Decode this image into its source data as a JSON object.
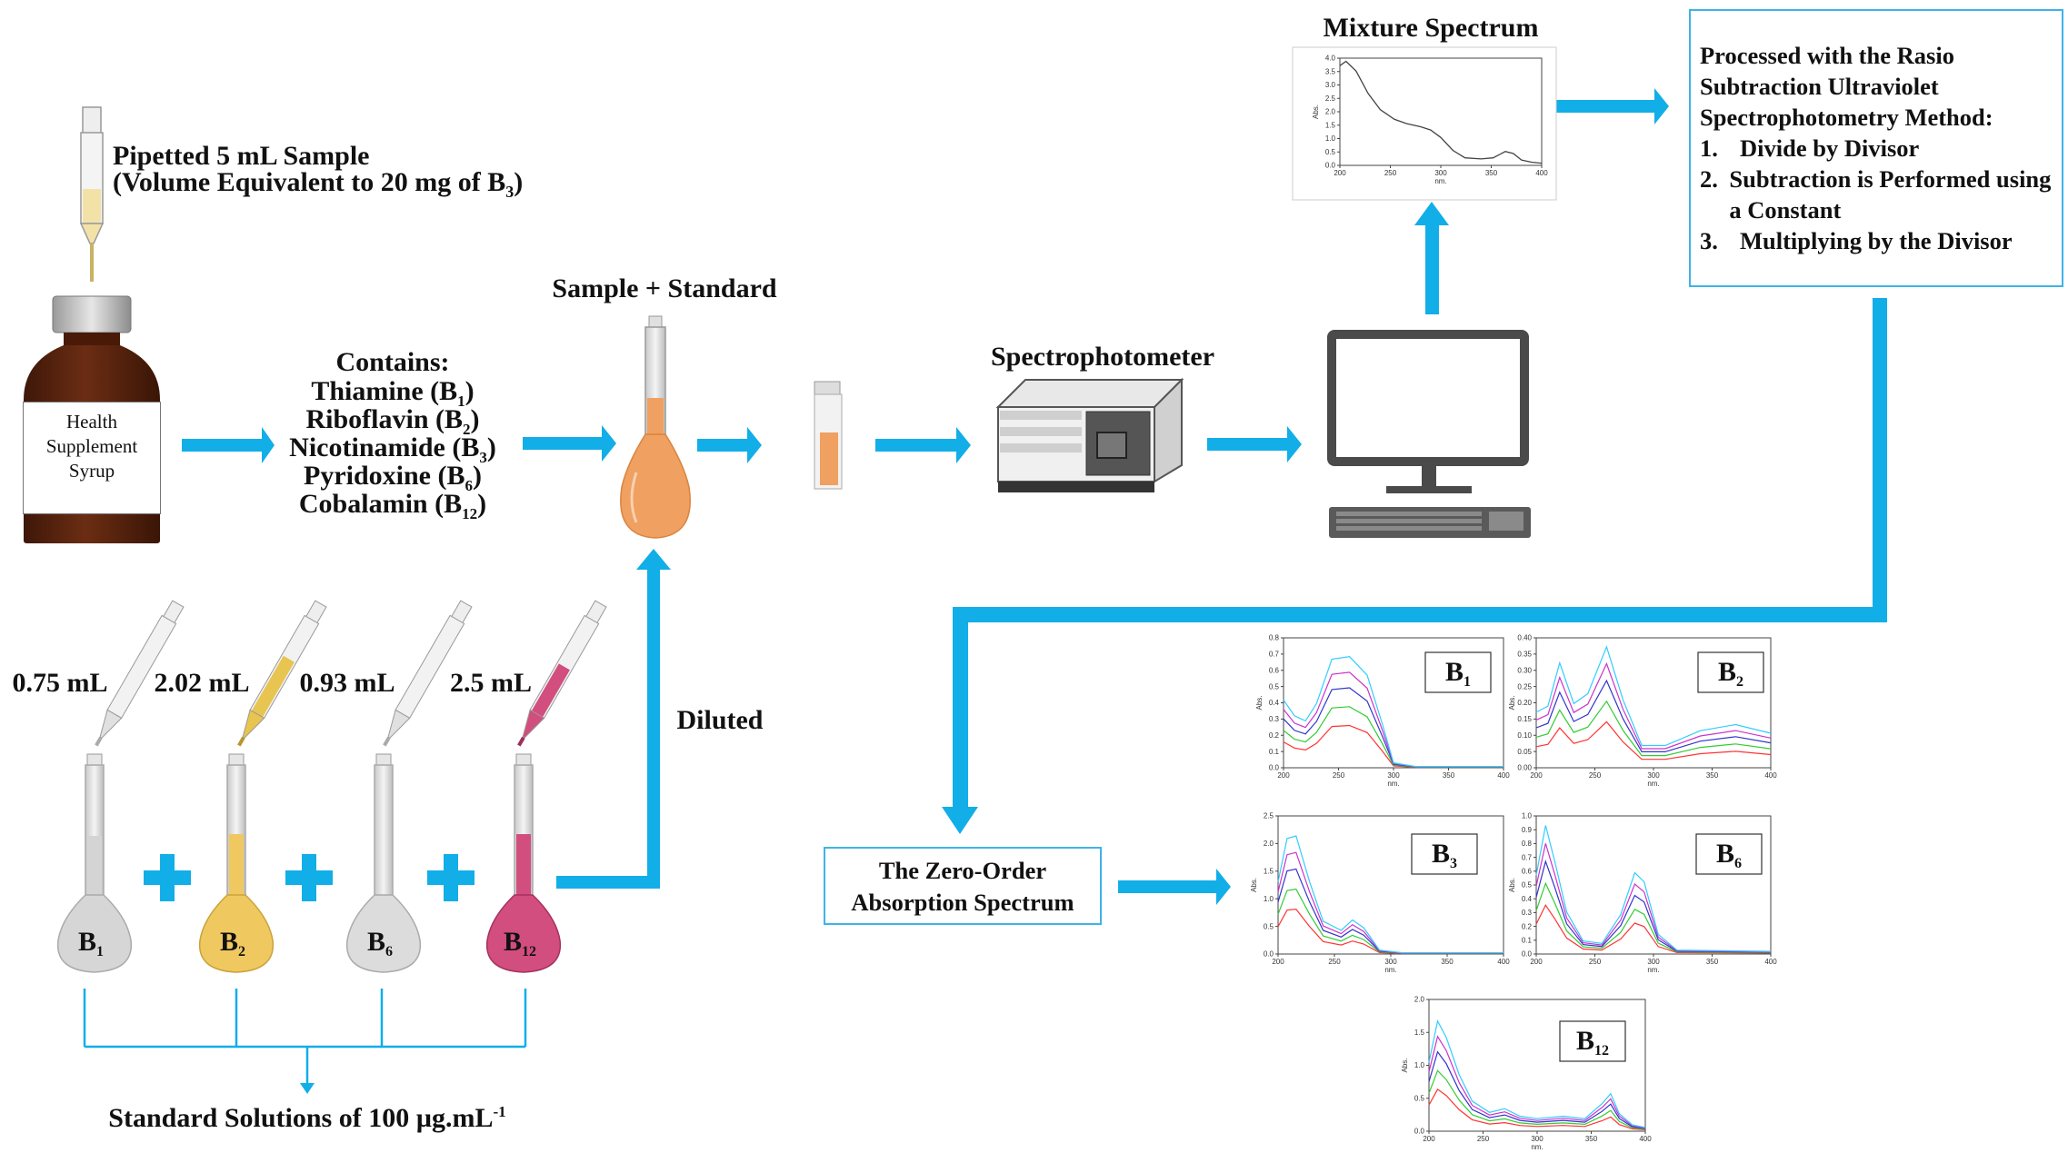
{
  "pipette_sample": {
    "line1": "Pipetted 5 mL Sample",
    "line2": "(Volume  Equivalent to 20 mg of B",
    "line2_sub": "3",
    "line2_end": ")"
  },
  "bottle_label": {
    "line1": "Health",
    "line2": "Supplement",
    "line3": "Syrup"
  },
  "contains": {
    "title": "Contains:",
    "items": [
      {
        "name": "Thiamine (B",
        "sub": "1",
        "end": ")"
      },
      {
        "name": "Riboflavin (B",
        "sub": "2",
        "end": ")"
      },
      {
        "name": "Nicotinamide (B",
        "sub": "3",
        "end": ")"
      },
      {
        "name": "Pyridoxine (B",
        "sub": "6",
        "end": ")"
      },
      {
        "name": "Cobalamin (B",
        "sub": "12",
        "end": ")"
      }
    ]
  },
  "sample_standard": "Sample + Standard",
  "spectrophotometer": "Spectrophotometer",
  "mixture_spectrum": {
    "title": "Mixture Spectrum",
    "ylabel": "Abs.",
    "xlabel": "nm.",
    "x_ticks": [
      "200",
      "250",
      "300",
      "350",
      "400"
    ],
    "y_ticks": [
      "0.0",
      "0.5",
      "1.0",
      "1.5",
      "2.0",
      "2.5",
      "3.0",
      "3.5",
      "4.0"
    ]
  },
  "process_box": {
    "intro": "Processed with the Rasio Subtraction Ultraviolet Spectrophotometry  Method:",
    "steps": [
      {
        "num": "1.",
        "text": "Divide by Divisor"
      },
      {
        "num": "2.",
        "text": "Subtraction is Performed using a Constant"
      },
      {
        "num": "3.",
        "text": "Multiplying by the Divisor"
      }
    ]
  },
  "zero_order_box": {
    "line1": "The Zero-Order",
    "line2": "Absorption Spectrum"
  },
  "diluted": "Diluted",
  "standards": [
    {
      "volume": "0.75 mL",
      "label": "B",
      "sub": "1",
      "color": "#d9d9d9"
    },
    {
      "volume": "2.02 mL",
      "label": "B",
      "sub": "2",
      "color": "#f0c860"
    },
    {
      "volume": "0.93 mL",
      "label": "B",
      "sub": "6",
      "color": "#d9d9d9"
    },
    {
      "volume": "2.5 mL",
      "label": "B",
      "sub": "12",
      "color": "#d24e7e"
    }
  ],
  "standard_solutions": {
    "text": "Standard Solutions of 100 µg.mL",
    "sup": "-1"
  },
  "colors": {
    "arrow": "#12aee8",
    "box_border": "#3fb3e8",
    "bottle": "#5a2410",
    "sample_flask": "#f0a060",
    "spectra": [
      "#ff3333",
      "#33cc33",
      "#3333cc",
      "#cc33cc",
      "#33ccff"
    ]
  },
  "spectra_panels": [
    {
      "id": "B1",
      "label": "B",
      "sub": "1",
      "x_ticks": [
        "200",
        "250",
        "300",
        "350",
        "400"
      ],
      "y_ticks": [
        "0.0",
        "0.1",
        "0.2",
        "0.3",
        "0.4",
        "0.5",
        "0.6",
        "0.7",
        "0.8"
      ],
      "ylabel": "Abs.",
      "xlabel": "nm."
    },
    {
      "id": "B2",
      "label": "B",
      "sub": "2",
      "x_ticks": [
        "200",
        "250",
        "300",
        "350",
        "400"
      ],
      "y_ticks": [
        "0.00",
        "0.05",
        "0.10",
        "0.15",
        "0.20",
        "0.25",
        "0.30",
        "0.35",
        "0.40"
      ],
      "ylabel": "Abs.",
      "xlabel": "nm."
    },
    {
      "id": "B3",
      "label": "B",
      "sub": "3",
      "x_ticks": [
        "200",
        "250",
        "300",
        "350",
        "400"
      ],
      "y_ticks": [
        "0.0",
        "0.5",
        "1.0",
        "1.5",
        "2.0",
        "2.5"
      ],
      "ylabel": "Abs.",
      "xlabel": "nm."
    },
    {
      "id": "B6",
      "label": "B",
      "sub": "6",
      "x_ticks": [
        "200",
        "250",
        "300",
        "350",
        "400"
      ],
      "y_ticks": [
        "0.0",
        "0.1",
        "0.2",
        "0.3",
        "0.4",
        "0.5",
        "0.6",
        "0.7",
        "0.8",
        "0.9",
        "1.0"
      ],
      "ylabel": "Abs.",
      "xlabel": "nm."
    },
    {
      "id": "B12",
      "label": "B",
      "sub": "12",
      "x_ticks": [
        "200",
        "250",
        "300",
        "350",
        "400"
      ],
      "y_ticks": [
        "0.0",
        "0.5",
        "1.0",
        "1.5",
        "2.0"
      ],
      "ylabel": "Abs.",
      "xlabel": "nm."
    }
  ]
}
